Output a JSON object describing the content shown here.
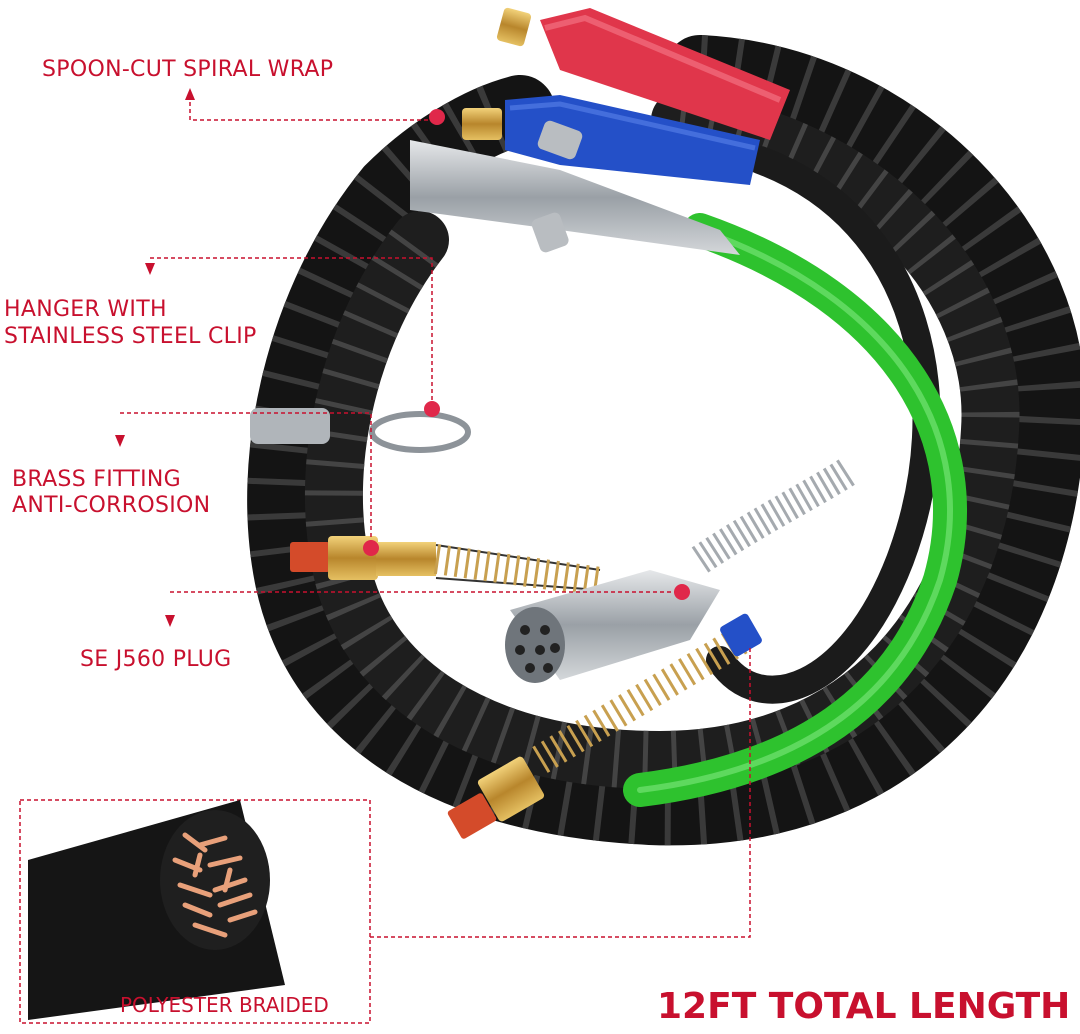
{
  "callouts": {
    "spiral_wrap": "SPOON-CUT SPIRAL WRAP",
    "hanger_line1": "HANGER WITH",
    "hanger_line2": "STAINLESS STEEL CLIP",
    "brass_line1": "BRASS FITTING",
    "brass_line2": "ANTI-CORROSION",
    "plug": "SE J560 PLUG",
    "braided": "POLYESTER BRAIDED"
  },
  "headline": "12FT TOTAL LENGTH",
  "colors": {
    "accent": "#c8102e",
    "black_hose": "#1b1b1b",
    "green_hose": "#2ec22e",
    "red_handle": "#e0364b",
    "blue_handle": "#2450c8",
    "brass": "#c89a3c"
  }
}
